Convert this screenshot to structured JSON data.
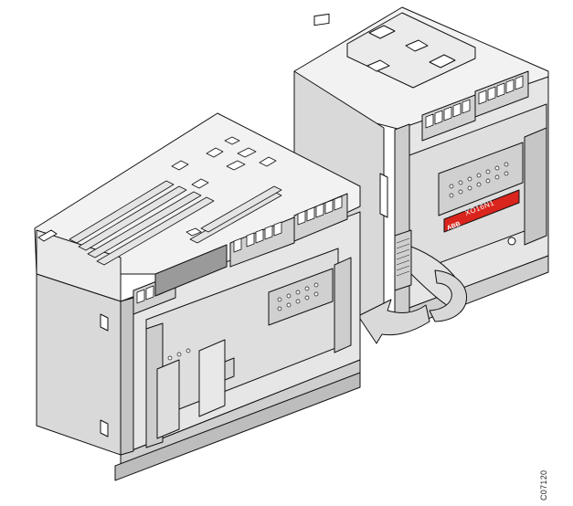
{
  "figure": {
    "drawing_code": "C07120",
    "module_brand": "ABB",
    "module_model": "XO16N1",
    "module_fine_print": "",
    "colors": {
      "outline": "#111111",
      "top_face": "#f2f2f2",
      "side_face": "#d9d9d9",
      "front_face": "#c8c8c8",
      "dark_face": "#9a9a9a",
      "brand_red": "#d9251d",
      "arrow_fill": "#d9d9d9"
    }
  }
}
